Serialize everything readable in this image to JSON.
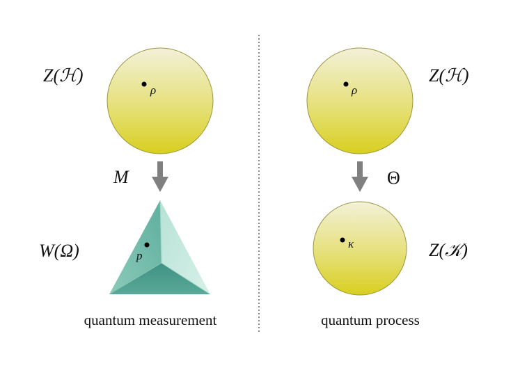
{
  "left_panel": {
    "state_space_label": "Z(ℋ)",
    "state_point_label": "ρ",
    "map_label": "M",
    "outcome_space_label": "W(Ω)",
    "outcome_point_label": "p",
    "caption": "quantum measurement"
  },
  "right_panel": {
    "state_space_label": "Z(ℋ)",
    "state_point_label": "ρ",
    "map_label": "Θ",
    "target_space_label": "Z(𝒦)",
    "target_point_label": "κ",
    "caption": "quantum process"
  },
  "colors": {
    "sphere_top": "#f2f1d8",
    "sphere_bottom": "#d8cf1f",
    "arrow": "#808080",
    "tetra_dark": "#4b9c8e",
    "tetra_mid": "#79c2b0",
    "tetra_light": "#c6e9df",
    "divider": "#888888"
  }
}
